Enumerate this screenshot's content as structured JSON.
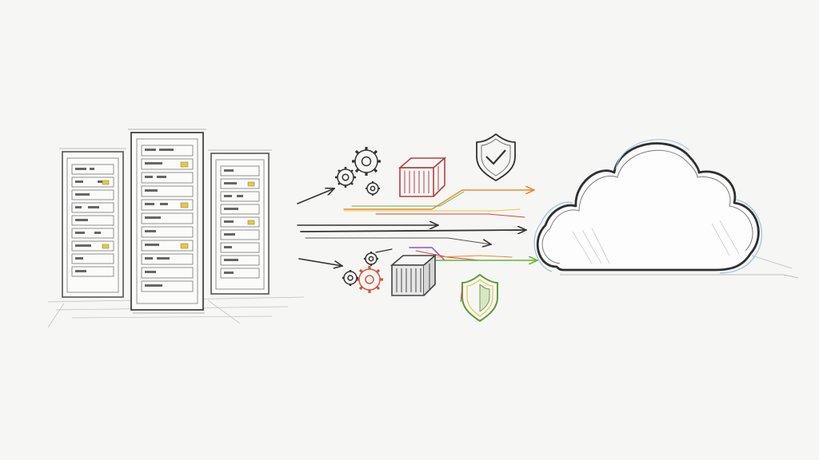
{
  "diagram": {
    "type": "sketch-illustration",
    "subject": "on-premises-to-cloud-migration",
    "nodes": [
      {
        "id": "server-rack-left",
        "kind": "server-rack",
        "icon": "server-rack-icon"
      },
      {
        "id": "server-rack-center",
        "kind": "server-rack",
        "icon": "server-rack-icon"
      },
      {
        "id": "server-rack-right",
        "kind": "server-rack",
        "icon": "server-rack-icon"
      },
      {
        "id": "gears-top",
        "kind": "gears",
        "icon": "gears-icon"
      },
      {
        "id": "container-top",
        "kind": "shipping-container",
        "icon": "container-icon",
        "color": "#b2413f"
      },
      {
        "id": "shield-top",
        "kind": "security-shield",
        "icon": "shield-check-icon"
      },
      {
        "id": "gears-bottom",
        "kind": "gears",
        "icon": "gears-icon",
        "color": "#d4553c"
      },
      {
        "id": "container-bottom",
        "kind": "shipping-container",
        "icon": "container-icon"
      },
      {
        "id": "shield-bottom",
        "kind": "security-shield",
        "icon": "shield-icon",
        "color": "#5f9a3c"
      },
      {
        "id": "cloud",
        "kind": "cloud",
        "icon": "cloud-icon"
      }
    ],
    "colors": {
      "pencil": "#3a3a3a",
      "light_pencil": "#8a8a8a",
      "orange": "#e88a2e",
      "red": "#d8433b",
      "green": "#69b23c",
      "yellow": "#e3c94a",
      "purple": "#8a55c2",
      "cloud_blue": "#a9c6e4",
      "background": "#f6f6f4"
    }
  }
}
